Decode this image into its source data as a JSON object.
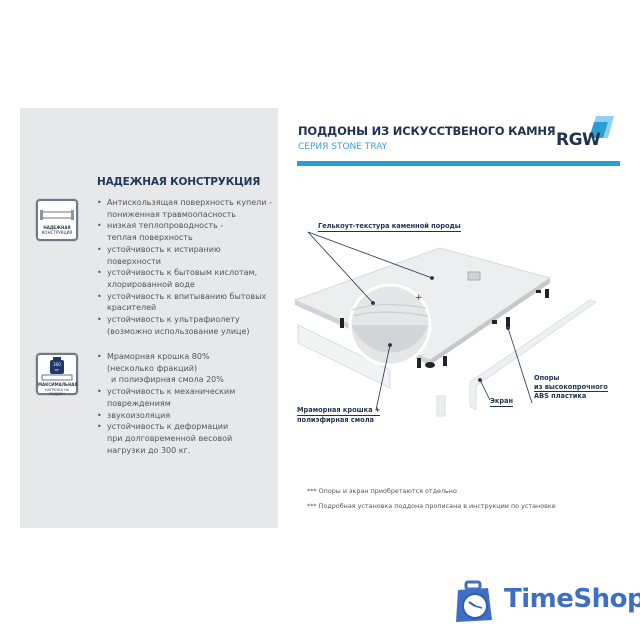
{
  "left_panel": {
    "section1": {
      "title": "НАДЕЖНАЯ КОНСТРУКЦИЯ",
      "icon_caption": [
        "НАДЕЖНАЯ",
        "КОНСТРУКЦИЯ"
      ],
      "bullets": [
        [
          "Антискользящая поверхность купели -",
          "пониженная травмоопасность"
        ],
        [
          "низкая теплопроводность -",
          "теплая поверхность"
        ],
        [
          "устойчивость к истиранию поверхности"
        ],
        [
          "устойчивость к бытовым кислотам,",
          "хлорированной воде"
        ],
        [
          "устойчивость к впитыванию бытовых",
          "красителей"
        ],
        [
          "устойчивость к ультрафиолету",
          "(возможно использование улице)"
        ]
      ]
    },
    "section2": {
      "icon_caption": [
        "МАКСИМАЛЬНАЯ",
        "НАГРУЗКА НА ПОДДОН"
      ],
      "weight_label": [
        "300",
        "кг"
      ],
      "bullets": [
        [
          "Мраморная крошка 80%",
          "(несколько фракций)",
          " и полиэфирная смола 20%"
        ],
        [
          "устойчивость к механическим",
          "повреждениям"
        ],
        [
          "звукоизоляция"
        ],
        [
          "устойчивость к деформации",
          "при долговременной весовой",
          "нагрузки до 300 кг."
        ]
      ]
    }
  },
  "header": {
    "title": "ПОДДОНЫ ИЗ ИСКУССТВЕНОГО КАМНЯ",
    "subtitle": "СЕРИЯ STONE TRAY",
    "brand_logo": "RGW"
  },
  "diagram": {
    "label_gelcoat": "Гелькоут-текстура каменной породы",
    "label_marble": [
      "Мраморная крошка +",
      "полиэфирная смола"
    ],
    "label_supports": [
      "Опоры",
      "из высокопрочного",
      "ABS пластика"
    ],
    "label_screen": "Экран"
  },
  "notes": [
    "*** Опоры и экран приобретаются отдельно",
    "*** Подробная установка поддона прописана в инструкции по установке"
  ],
  "watermark": "TimeShop",
  "colors": {
    "accent": "#2a9fd6",
    "navy": "#1f3350",
    "panel": "#e7e8ea",
    "watermark": "#3f6fc4"
  }
}
